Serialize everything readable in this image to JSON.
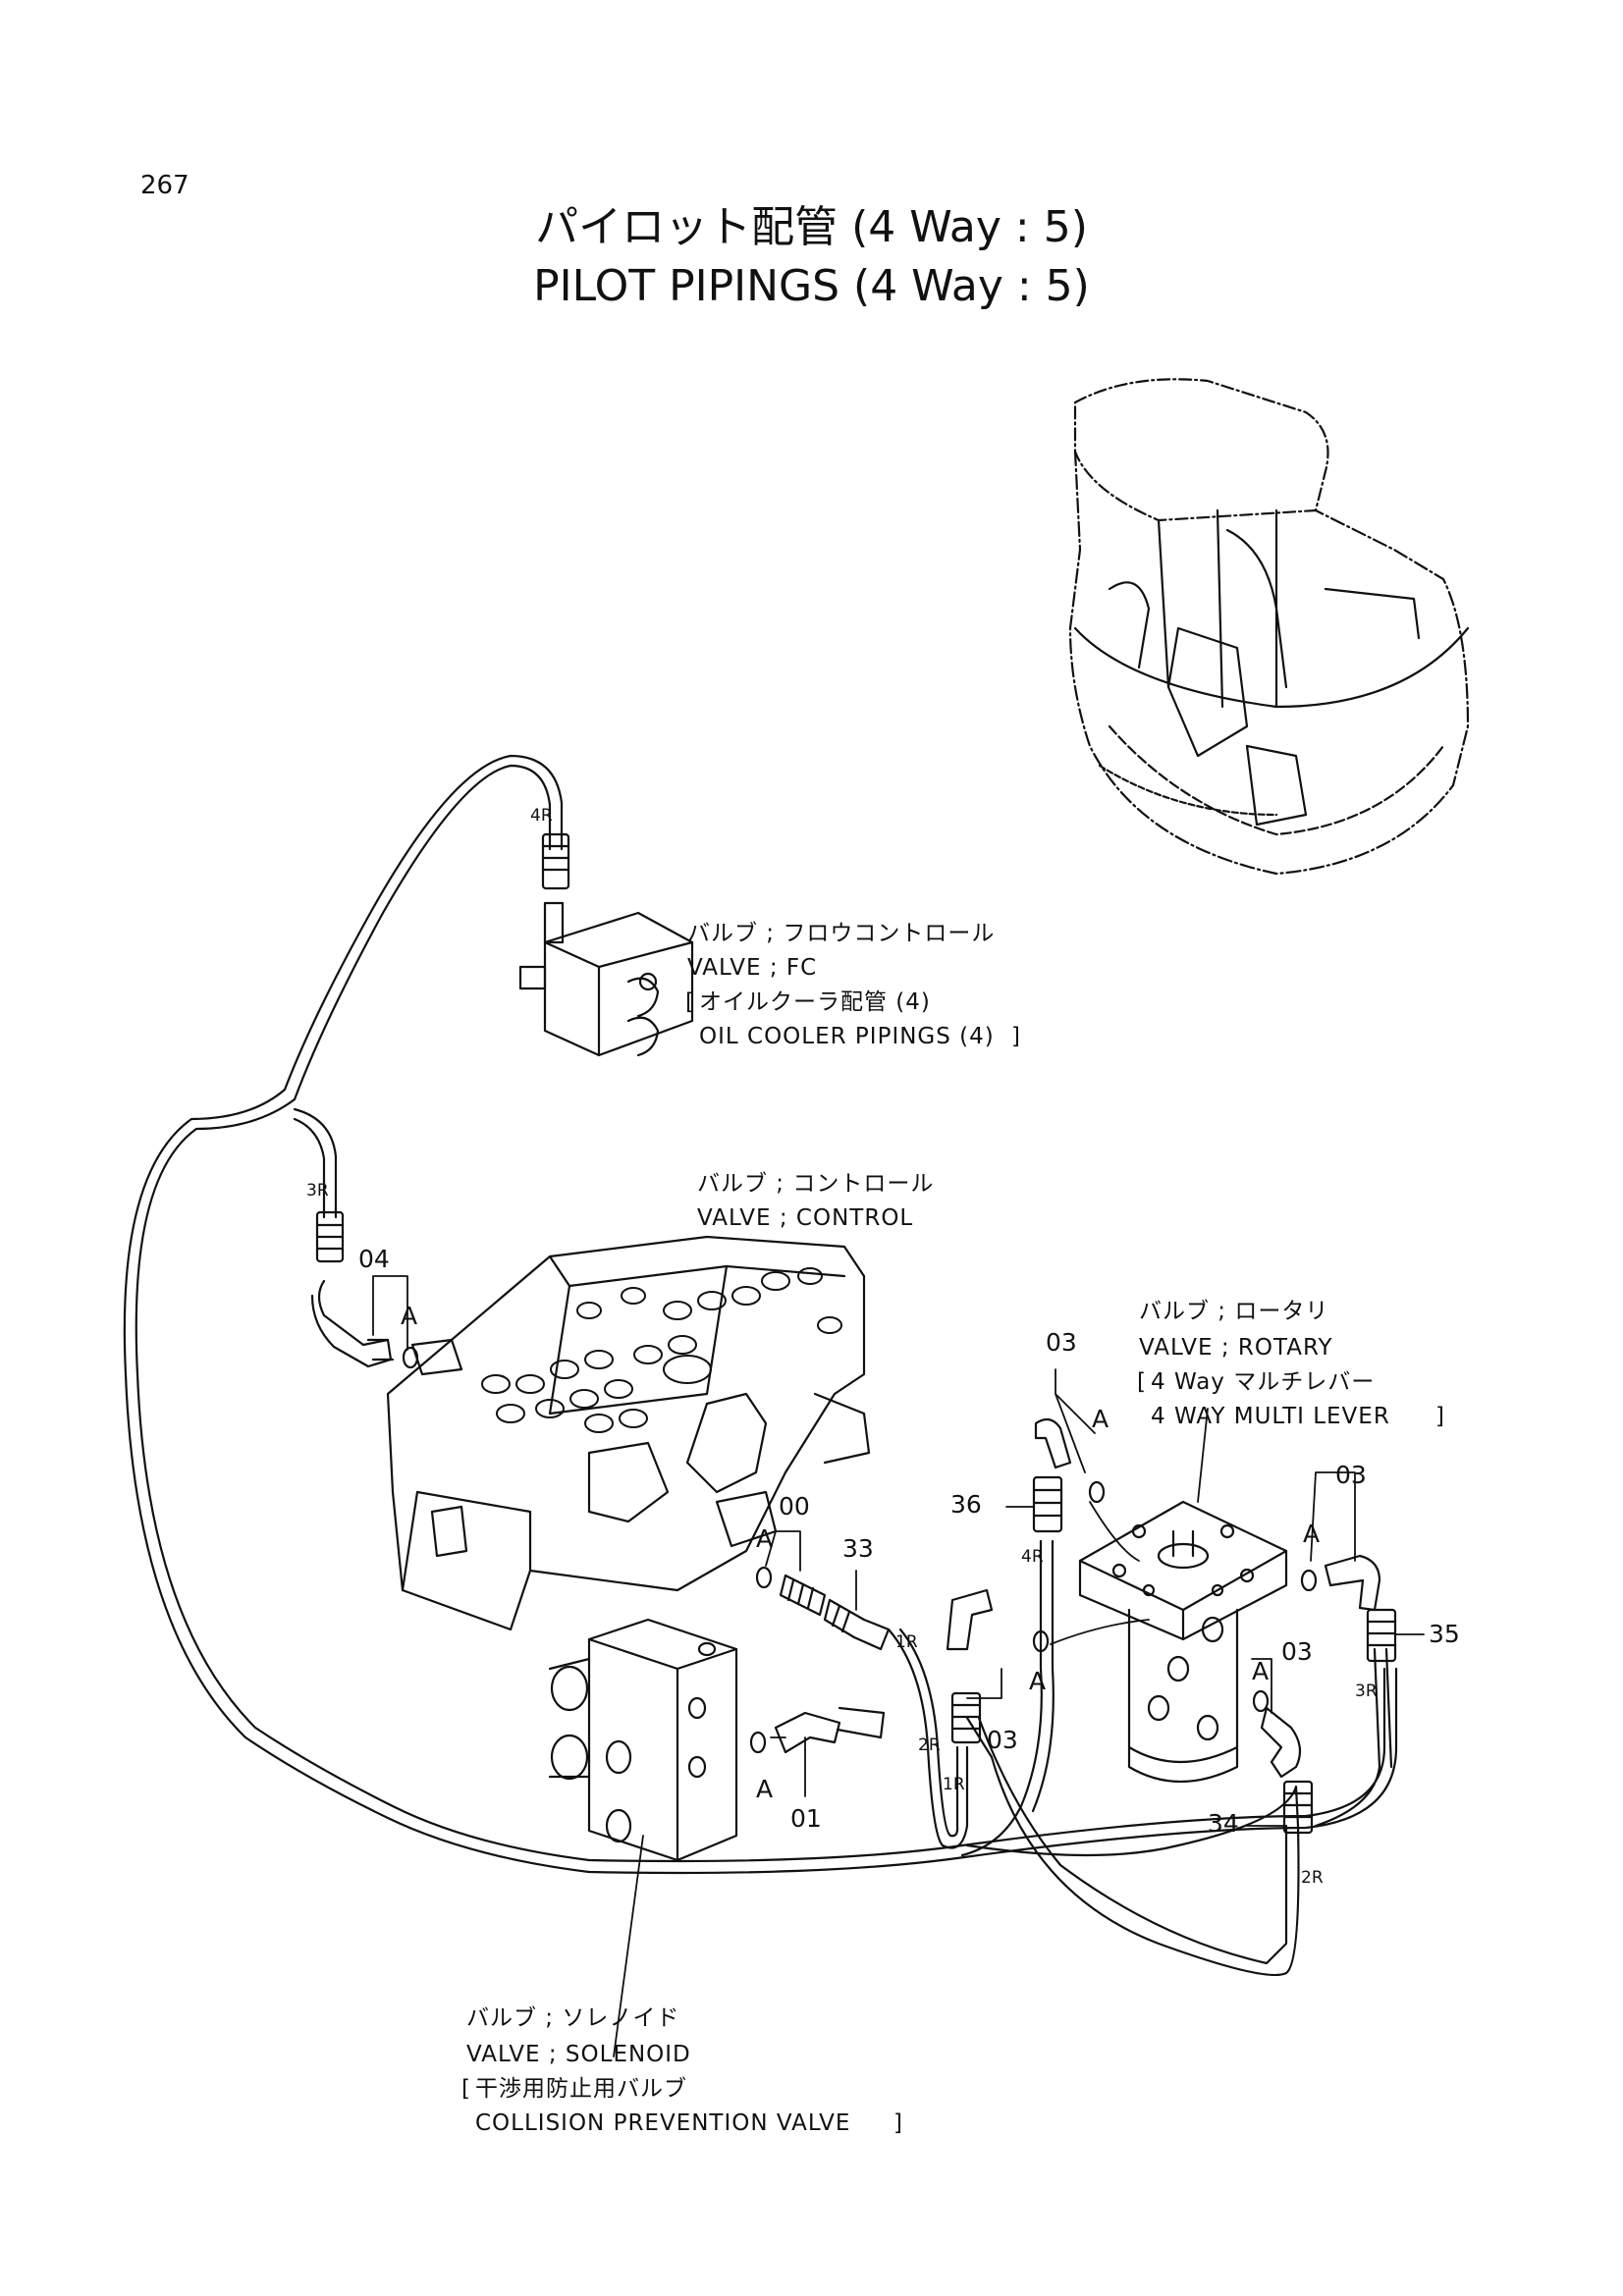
{
  "page_number": "267",
  "title_jp": "パイロット配管 (4 Way : 5)",
  "title_en": "PILOT PIPINGS (4 Way : 5)",
  "components": {
    "valve_fc": {
      "jp": "バルブ ; フロウコントロール",
      "en": "VALVE ; FC",
      "ref_jp": "オイルクーラ配管 (4)",
      "ref_en": "OIL COOLER PIPINGS (4)"
    },
    "valve_control": {
      "jp": "バルブ ; コントロール",
      "en": "VALVE ; CONTROL"
    },
    "valve_rotary": {
      "jp": "バルブ ; ロータリ",
      "en": "VALVE ; ROTARY",
      "ref_jp": "4 Way マルチレバー",
      "ref_en": "4 WAY MULTI LEVER"
    },
    "valve_solenoid": {
      "jp": "バルブ ; ソレノイド",
      "en": "VALVE ; SOLENOID",
      "ref_jp": "干渉用防止用バルブ",
      "ref_en": "COLLISION PREVENTION VALVE"
    }
  },
  "part_numbers": {
    "p04": "04",
    "p00": "00",
    "p33": "33",
    "p01": "01",
    "p03a": "03",
    "p03b": "03",
    "p03c": "03",
    "p03d": "03",
    "p36": "36",
    "p35": "35",
    "p34": "34"
  },
  "detail_marks": {
    "a1": "A",
    "a2": "A",
    "a3": "A",
    "a4": "A",
    "a5": "A",
    "a6": "A",
    "a7": "A"
  },
  "hose_marks": {
    "h4r_top": "4R",
    "h3r_left": "3R",
    "h1r_a": "1R",
    "h2r_a": "2R",
    "h1r_b": "1R",
    "h4r_right": "4R",
    "h3r_right": "3R",
    "h2r_right": "2R"
  },
  "bracket_open": "[",
  "bracket_close": "]"
}
